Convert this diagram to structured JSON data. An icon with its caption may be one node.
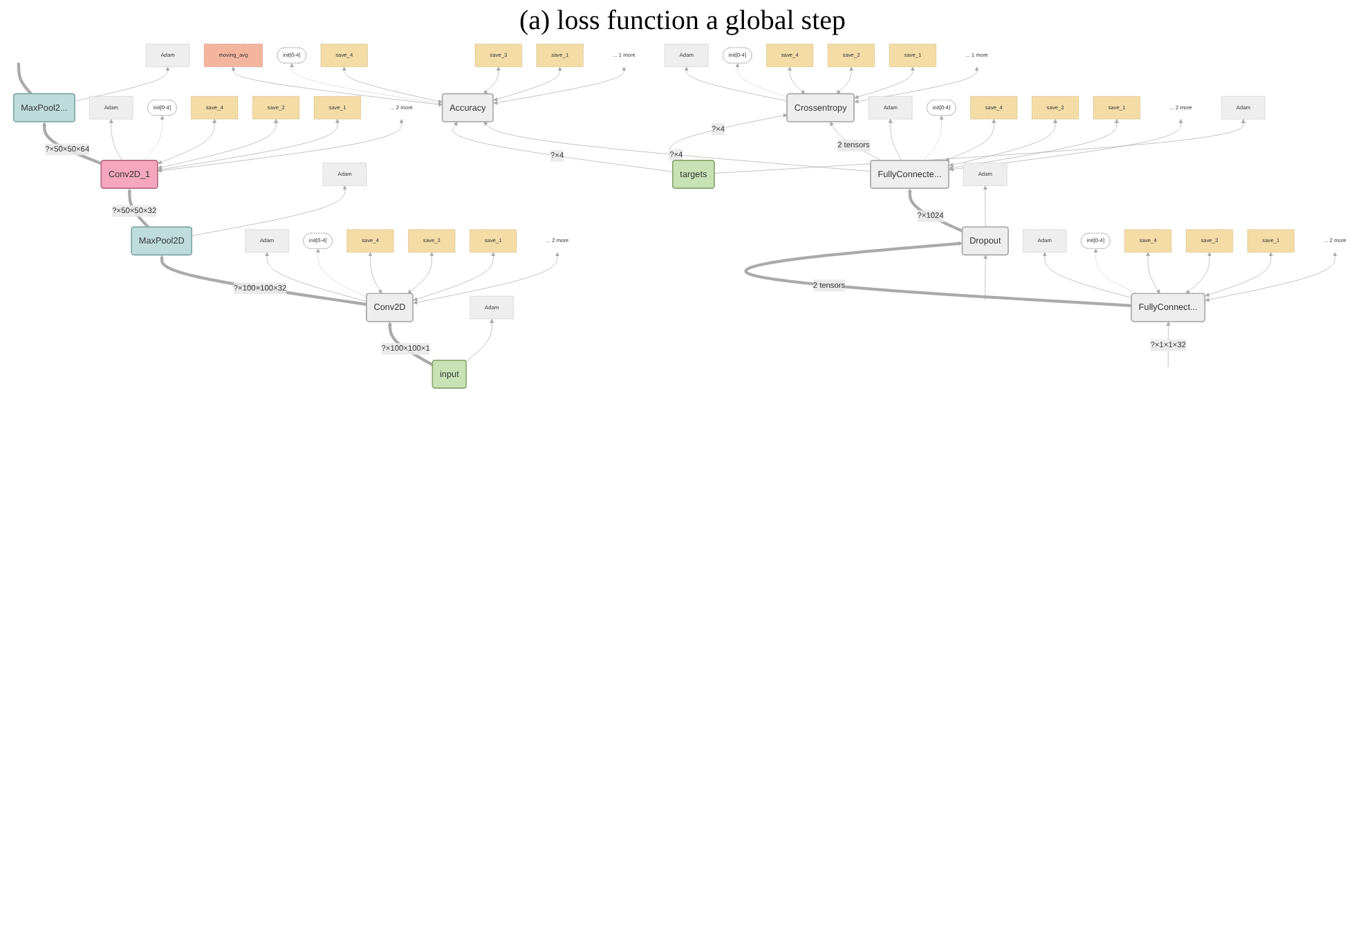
{
  "diagram": {
    "title": "(a) loss function a global step",
    "nodes": [
      {
        "text": [
          "MaxPool2..."
        ]
      },
      {
        "text": [
          "Adam"
        ]
      },
      {
        "text": [
          "Conv2D_1"
        ]
      },
      {
        "text": [
          "Adam"
        ]
      },
      {
        "text": [
          "init[0-4]"
        ]
      },
      {
        "text": [
          "save_4"
        ]
      },
      {
        "text": [
          "save_3"
        ]
      },
      {
        "text": [
          "save_1"
        ]
      },
      {
        "text": [
          "... 2 more"
        ]
      },
      {
        "text": [
          "MaxPool2D"
        ]
      },
      {
        "text": [
          "Adam"
        ]
      },
      {
        "text": [
          "Conv2D"
        ]
      },
      {
        "text": [
          "Adam"
        ]
      },
      {
        "text": [
          "init[0-4]"
        ]
      },
      {
        "text": [
          "save_4"
        ]
      },
      {
        "text": [
          "save_3"
        ]
      },
      {
        "text": [
          "save_1"
        ]
      },
      {
        "text": [
          "... 2 more"
        ]
      },
      {
        "text": [
          "input"
        ]
      },
      {
        "text": [
          "Adam"
        ]
      },
      {
        "text": [
          "Accuracy"
        ]
      },
      {
        "text": [
          "moving_avg"
        ]
      },
      {
        "text": [
          "init[0-4]"
        ]
      },
      {
        "text": [
          "save_4"
        ]
      },
      {
        "text": [
          "save_3"
        ]
      },
      {
        "text": [
          "save_1"
        ]
      },
      {
        "text": [
          "... 1 more"
        ]
      },
      {
        "text": [
          "Crossentropy"
        ]
      },
      {
        "text": [
          "Adam"
        ]
      },
      {
        "text": [
          "init[0-4]"
        ]
      },
      {
        "text": [
          "save_4"
        ]
      },
      {
        "text": [
          "save_3"
        ]
      },
      {
        "text": [
          "save_1"
        ]
      },
      {
        "text": [
          "... 1 more"
        ]
      },
      {
        "text": [
          "FullyConnecte..."
        ]
      },
      {
        "text": [
          "Adam"
        ]
      },
      {
        "text": [
          "init[0-4]"
        ]
      },
      {
        "text": [
          "save_4"
        ]
      },
      {
        "text": [
          "save_3"
        ]
      },
      {
        "text": [
          "save_1"
        ]
      },
      {
        "text": [
          "... 2 more"
        ]
      },
      {
        "text": [
          "targets"
        ]
      },
      {
        "text": [
          "Adam"
        ]
      },
      {
        "text": [
          "Dropout"
        ]
      },
      {
        "text": [
          "Adam"
        ]
      },
      {
        "text": [
          "FullyConnect..."
        ]
      },
      {
        "text": [
          "Adam"
        ]
      },
      {
        "text": [
          "init[0-4]"
        ]
      },
      {
        "text": [
          "save_4"
        ]
      },
      {
        "text": [
          "save_3"
        ]
      },
      {
        "text": [
          "save_1"
        ]
      },
      {
        "text": [
          "... 2 more"
        ]
      }
    ],
    "edges": [
      {
        "from": 0,
        "to": null,
        "arrow": "none",
        "style": "thick"
      },
      {
        "from": 0,
        "to": 1,
        "arrow": "to"
      },
      {
        "from": 2,
        "to": 0,
        "arrow": "to",
        "label": "?×50×50×64",
        "style": "thick"
      },
      {
        "from": 2,
        "to": 3,
        "arrow": "to"
      },
      {
        "from": 2,
        "to": 4,
        "arrow": "to",
        "style": "dashed"
      },
      {
        "from": 2,
        "to": 5,
        "arrow": "both"
      },
      {
        "from": 2,
        "to": 6,
        "arrow": "both"
      },
      {
        "from": 2,
        "to": 7,
        "arrow": "both"
      },
      {
        "from": 2,
        "to": 8,
        "arrow": "both"
      },
      {
        "from": 9,
        "to": 2,
        "arrow": "to",
        "label": "?×50×50×32",
        "style": "thick"
      },
      {
        "from": 9,
        "to": 10,
        "arrow": "to"
      },
      {
        "from": 11,
        "to": 9,
        "arrow": "to",
        "label": "?×100×100×32",
        "style": "thick"
      },
      {
        "from": 11,
        "to": 12,
        "arrow": "to"
      },
      {
        "from": 11,
        "to": 13,
        "arrow": "to",
        "style": "dashed"
      },
      {
        "from": 11,
        "to": 14,
        "arrow": "both"
      },
      {
        "from": 11,
        "to": 15,
        "arrow": "both"
      },
      {
        "from": 11,
        "to": 16,
        "arrow": "both"
      },
      {
        "from": 11,
        "to": 17,
        "arrow": "both"
      },
      {
        "from": 18,
        "to": 11,
        "arrow": "to",
        "label": "?×100×100×1",
        "style": "thick"
      },
      {
        "from": 18,
        "to": 19,
        "arrow": "to"
      },
      {
        "from": 20,
        "to": 21,
        "arrow": "both"
      },
      {
        "from": 20,
        "to": 22,
        "arrow": "to",
        "style": "dashed"
      },
      {
        "from": 20,
        "to": 23,
        "arrow": "both"
      },
      {
        "from": 20,
        "to": 24,
        "arrow": "both"
      },
      {
        "from": 20,
        "to": 25,
        "arrow": "both"
      },
      {
        "from": 20,
        "to": 26,
        "arrow": "both"
      },
      {
        "from": 27,
        "to": 28,
        "arrow": "to"
      },
      {
        "from": 27,
        "to": 29,
        "arrow": "to",
        "style": "dashed"
      },
      {
        "from": 27,
        "to": 30,
        "arrow": "both"
      },
      {
        "from": 27,
        "to": 31,
        "arrow": "both"
      },
      {
        "from": 27,
        "to": 32,
        "arrow": "both"
      },
      {
        "from": 27,
        "to": 33,
        "arrow": "both"
      },
      {
        "from": 34,
        "to": 20,
        "arrow": "to",
        "label": "?×4"
      },
      {
        "from": 34,
        "to": 27,
        "arrow": "to",
        "label": "2 tensors"
      },
      {
        "from": 34,
        "to": 35,
        "arrow": "to"
      },
      {
        "from": 34,
        "to": 36,
        "arrow": "to",
        "style": "dashed"
      },
      {
        "from": 34,
        "to": 37,
        "arrow": "both"
      },
      {
        "from": 34,
        "to": 38,
        "arrow": "both"
      },
      {
        "from": 34,
        "to": 39,
        "arrow": "both"
      },
      {
        "from": 34,
        "to": 40,
        "arrow": "both"
      },
      {
        "from": 41,
        "to": 20,
        "arrow": "to",
        "label": "?×4"
      },
      {
        "from": 41,
        "to": 27,
        "arrow": "to",
        "label": "?×4"
      },
      {
        "from": 41,
        "to": 42,
        "arrow": "to"
      },
      {
        "from": 43,
        "to": 34,
        "arrow": "to",
        "label": "?×1024",
        "style": "thick"
      },
      {
        "from": 43,
        "to": 44,
        "arrow": "to"
      },
      {
        "from": null,
        "to": 43,
        "arrow": "to"
      },
      {
        "from": 45,
        "to": 43,
        "arrow": "to",
        "label": "2 tensors",
        "style": "thick"
      },
      {
        "from": 45,
        "to": 46,
        "arrow": "to"
      },
      {
        "from": 45,
        "to": 47,
        "arrow": "to",
        "style": "dashed"
      },
      {
        "from": 45,
        "to": 48,
        "arrow": "both"
      },
      {
        "from": 45,
        "to": 49,
        "arrow": "both"
      },
      {
        "from": 45,
        "to": 50,
        "arrow": "both"
      },
      {
        "from": 45,
        "to": 51,
        "arrow": "both"
      },
      {
        "from": null,
        "to": 45,
        "arrow": "to",
        "label": "?×1×1×32"
      }
    ]
  }
}
